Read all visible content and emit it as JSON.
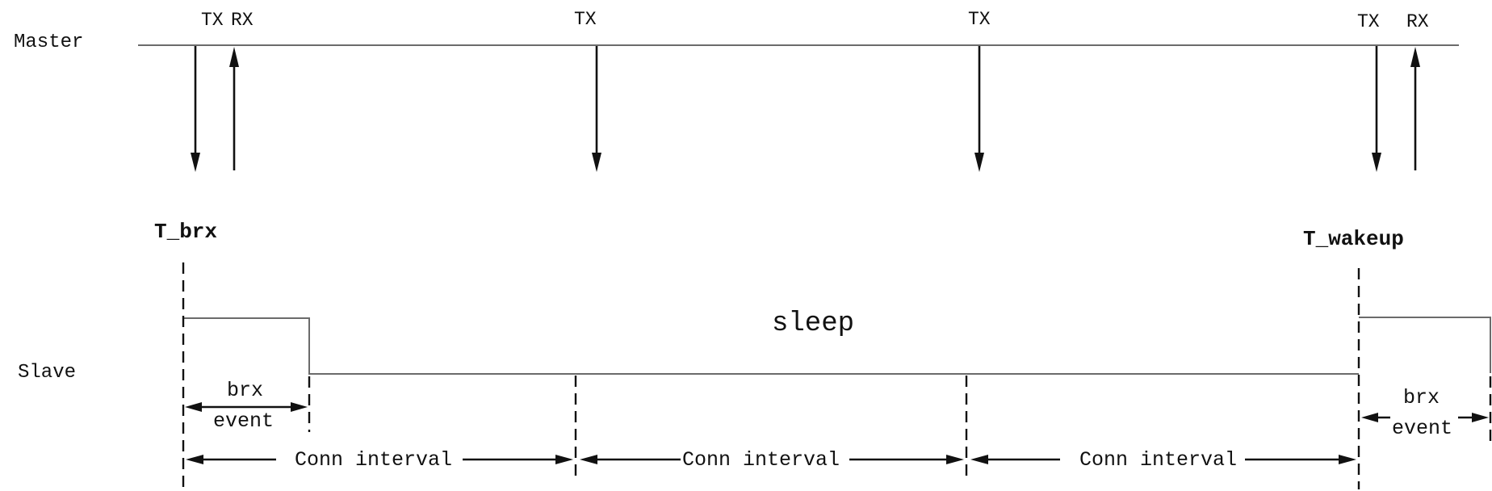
{
  "master": {
    "label": "Master",
    "events": [
      {
        "label": "TX"
      },
      {
        "label": "RX"
      },
      {
        "label": "TX"
      },
      {
        "label": "TX"
      },
      {
        "label": "TX"
      },
      {
        "label": "RX"
      }
    ]
  },
  "slave": {
    "label": "Slave",
    "t_brx_label": "T_brx",
    "t_wakeup_label": "T_wakeup",
    "sleep_label": "sleep",
    "brx_event_left": {
      "line1": "brx",
      "line2": "event"
    },
    "brx_event_right": {
      "line1": "brx",
      "line2": "event"
    },
    "conn_intervals": [
      {
        "label": "Conn interval"
      },
      {
        "label": "Conn interval"
      },
      {
        "label": "Conn interval"
      }
    ]
  },
  "colors": {
    "ink": "#111111",
    "signal_line": "#6b6b6b",
    "background": "#ffffff"
  }
}
